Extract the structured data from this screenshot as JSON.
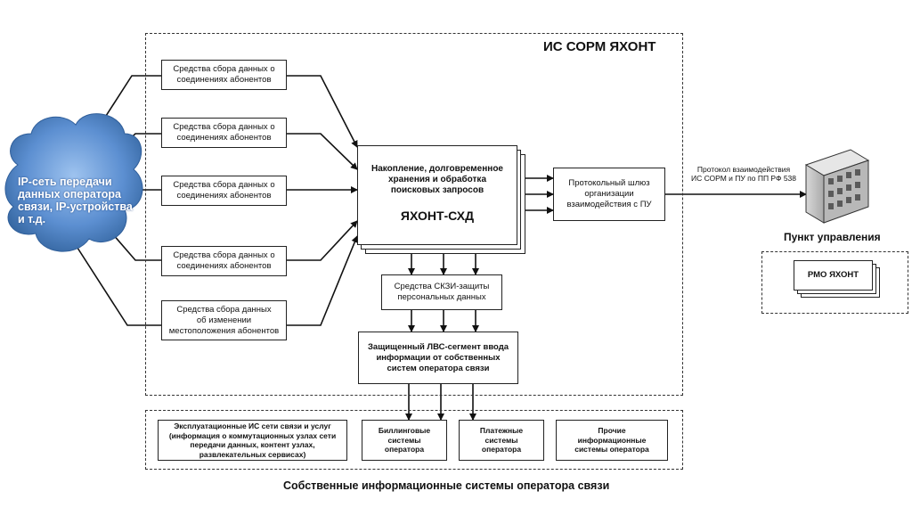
{
  "title": "ИС СОРМ ЯХОНТ",
  "cloud": {
    "text": "IP-сеть передачи\nданных оператора\nсвязи, IP-устройства\nи т.д."
  },
  "collectors": [
    {
      "text": "Средства сбора данных о\nсоединениях абонентов"
    },
    {
      "text": "Средства сбора данных о\nсоединениях абонентов"
    },
    {
      "text": "Средства сбора данных о\nсоединениях абонентов"
    },
    {
      "text": "Средства сбора данных о\nсоединениях абонентов"
    },
    {
      "text": "Средства сбора данных\nоб изменении\nместоположения абонентов"
    }
  ],
  "storage": {
    "heading": "Накопление, долговременное\nхранения и обработка\nпоисковых запросов",
    "name": "ЯХОНТ-СХД"
  },
  "gateway": {
    "text": "Протокольный шлюз\nорганизации\nвзаимодействия с ПУ"
  },
  "protocol_label": "Протокол взаимодействия\nИС СОРМ и ПУ по ПП РФ 538",
  "control_point": "Пункт управления",
  "rmo": "РМО ЯХОНТ",
  "skzi": {
    "text": "Средства СКЗИ-защиты\nперсональных данных"
  },
  "lan": {
    "text": "Защищенный ЛВС-сегмент ввода\nинформации от собственных\nсистем оператора связи"
  },
  "operator_systems": [
    {
      "text": "Эксплуатационные ИС сети связи и услуг\n(информация о коммутационных узлах сети\nпередачи данных, контент узлах,\nразвлекательных сервисах)"
    },
    {
      "text": "Биллинговые\nсистемы\nоператора"
    },
    {
      "text": "Платежные\nсистемы\nоператора"
    },
    {
      "text": "Прочие\nинформационные\nсистемы оператора"
    }
  ],
  "operator_systems_caption": "Собственные информационные системы оператора связи"
}
